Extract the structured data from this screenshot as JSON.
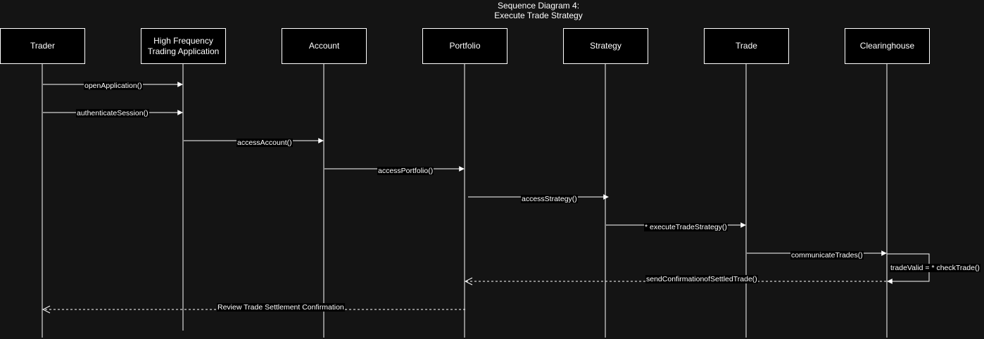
{
  "title": {
    "line1": "Sequence Diagram 4:",
    "line2": "Execute Trade Strategy"
  },
  "lifelines": [
    {
      "name": "Trader"
    },
    {
      "name": "High Frequency Trading Application"
    },
    {
      "name": "Account"
    },
    {
      "name": "Portfolio"
    },
    {
      "name": "Strategy"
    },
    {
      "name": "Trade"
    },
    {
      "name": "Clearinghouse"
    }
  ],
  "messages": [
    {
      "label": "openApplication()",
      "from": "Trader",
      "to": "High Frequency Trading Application",
      "style": "solid"
    },
    {
      "label": "authenticateSession()",
      "from": "Trader",
      "to": "High Frequency Trading Application",
      "style": "solid"
    },
    {
      "label": "accessAccount()",
      "from": "High Frequency Trading Application",
      "to": "Account",
      "style": "solid"
    },
    {
      "label": "accessPortfolio()",
      "from": "Account",
      "to": "Portfolio",
      "style": "solid"
    },
    {
      "label": "accessStrategy()",
      "from": "Portfolio",
      "to": "Strategy",
      "style": "solid"
    },
    {
      "label": "* executeTradeStrategy()",
      "from": "Strategy",
      "to": "Trade",
      "style": "solid"
    },
    {
      "label": "communicateTrades()",
      "from": "Trade",
      "to": "Clearinghouse",
      "style": "solid"
    },
    {
      "label": "tradeValid = * checkTrade()",
      "from": "Clearinghouse",
      "to": "Clearinghouse",
      "style": "self"
    },
    {
      "label": "sendConfirmationofSettledTrade()",
      "from": "Clearinghouse",
      "to": "Portfolio",
      "style": "dashed"
    },
    {
      "label": "Review Trade Settlement Confirmation",
      "from": "Portfolio",
      "to": "Trader",
      "style": "dashed"
    }
  ],
  "colors": {
    "background": "#141414",
    "box_fill": "#000000",
    "line": "#ffffff",
    "text": "#ffffff"
  }
}
